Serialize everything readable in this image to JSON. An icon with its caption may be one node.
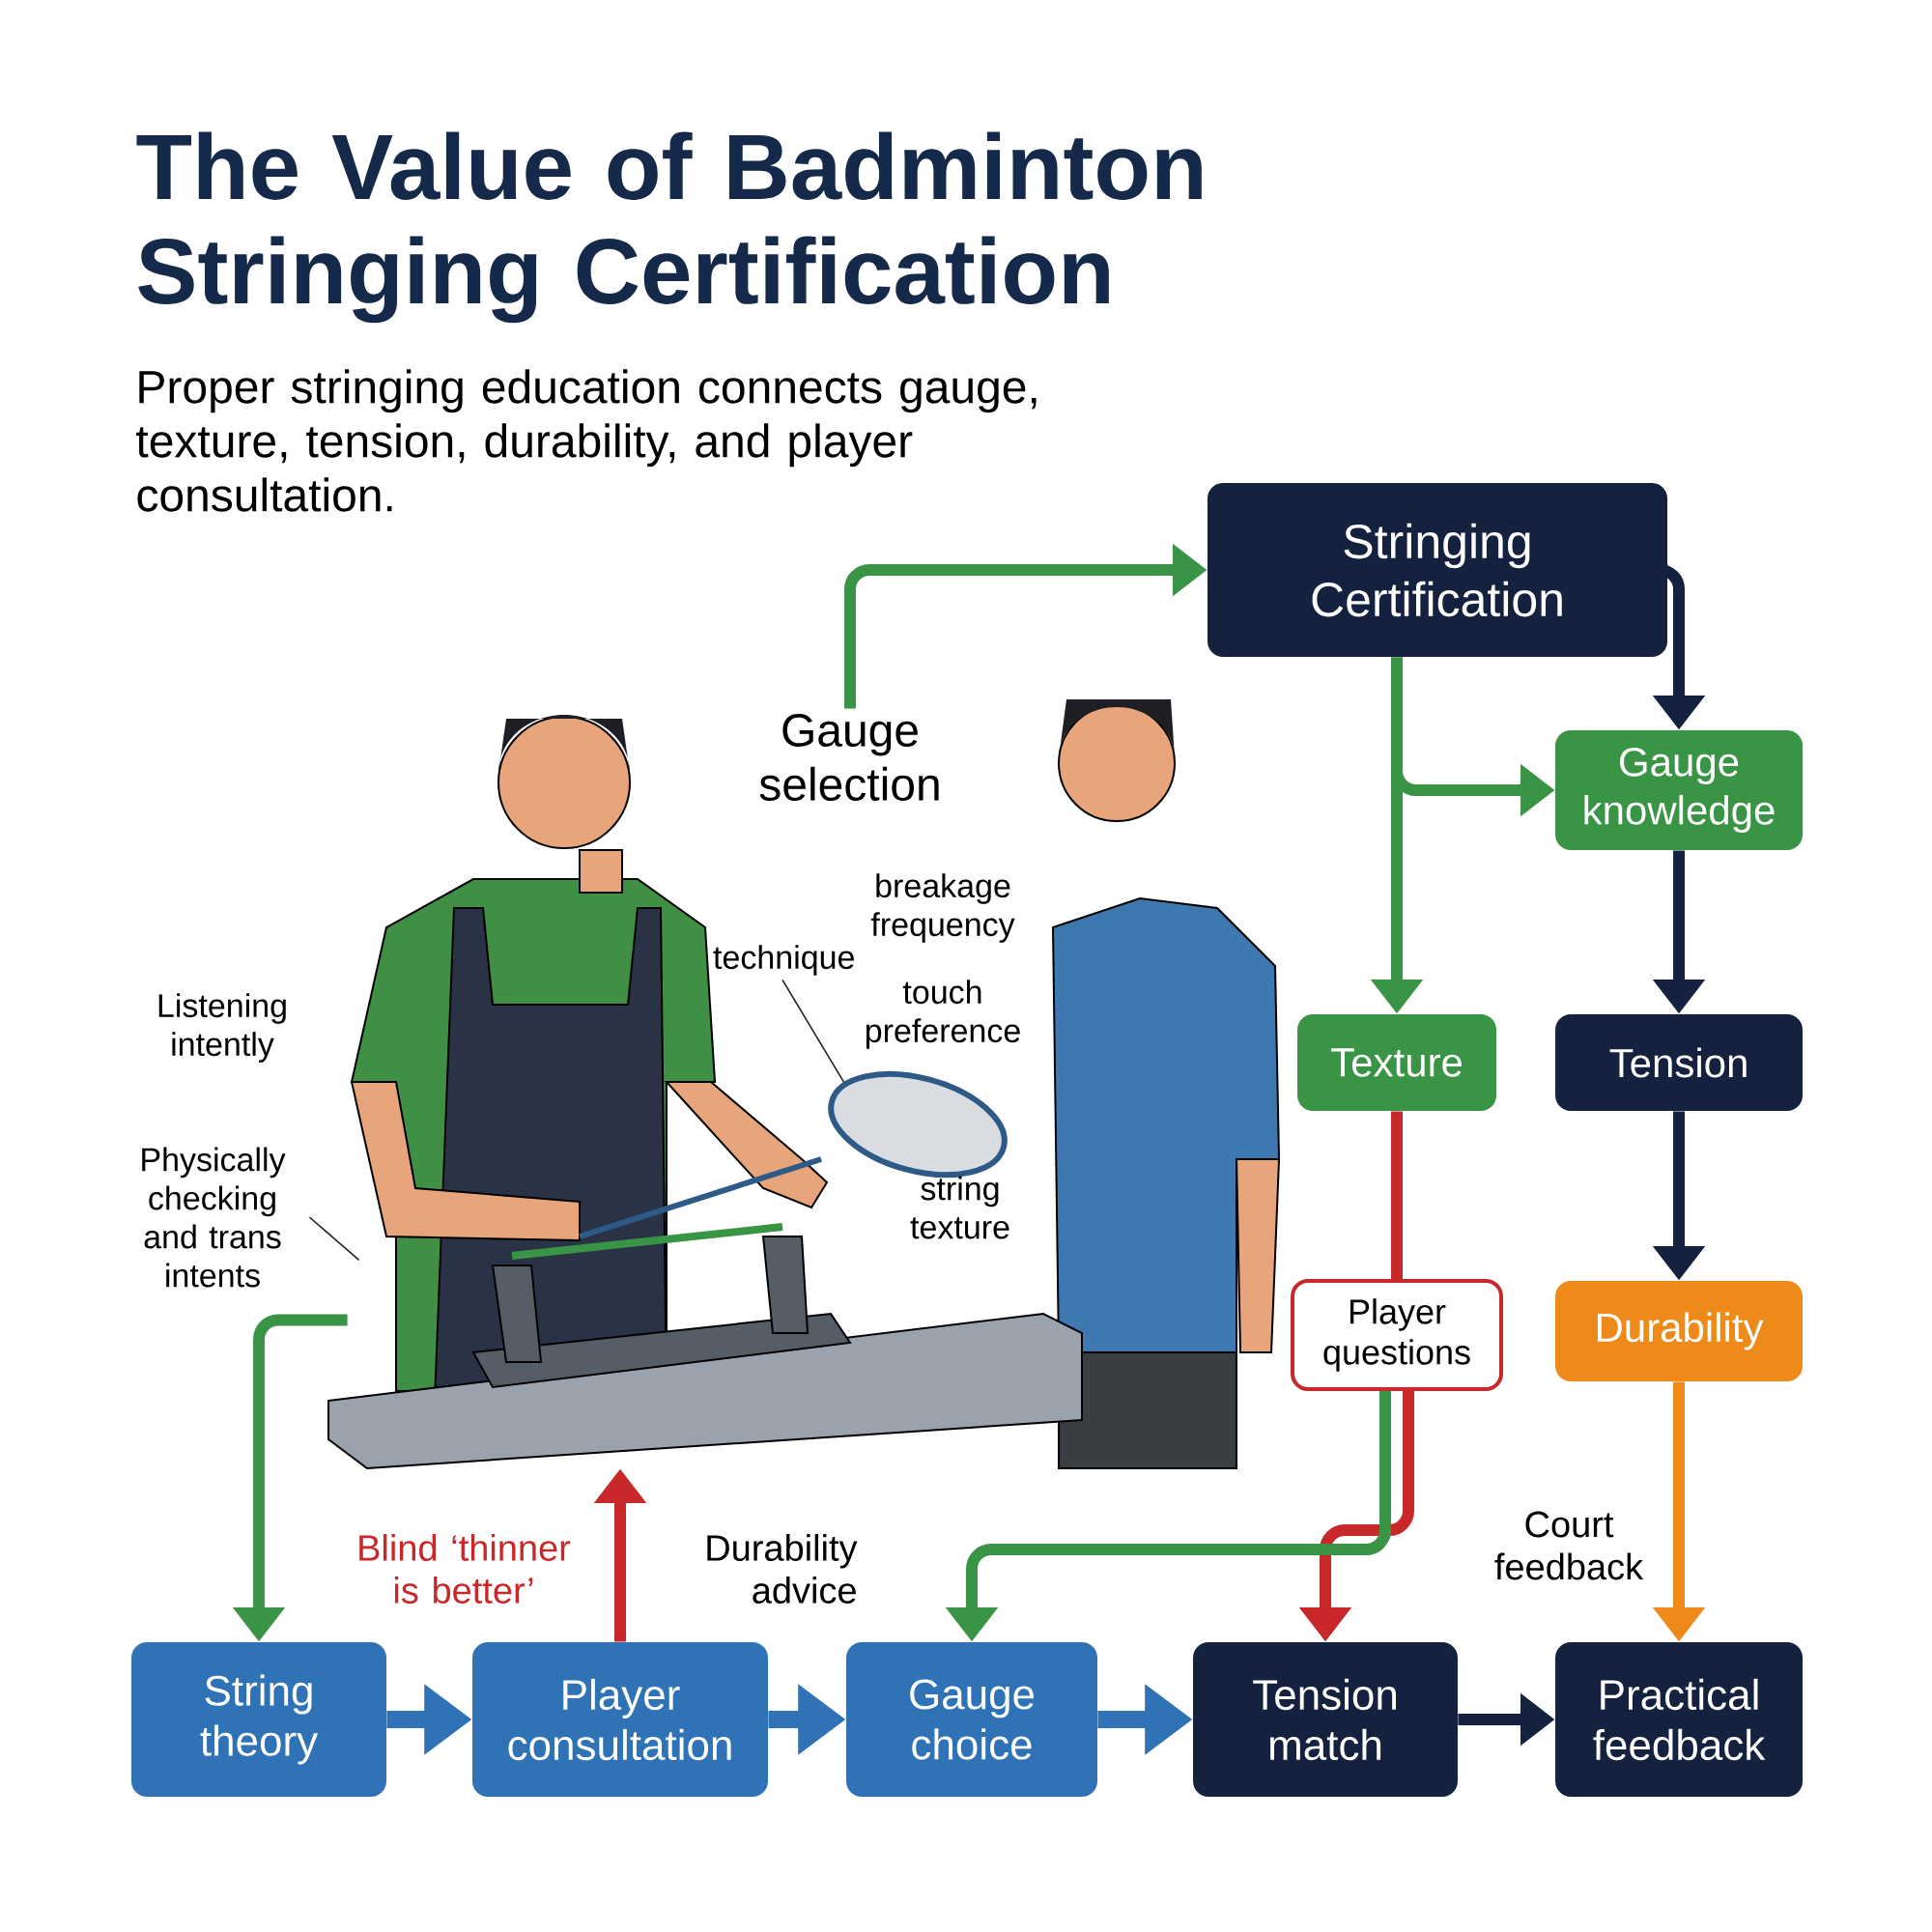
{
  "diagram": {
    "title": "The Value of Badminton Stringing Certification",
    "nodes": [
      {
        "text": [
          "Stringing Certification"
        ]
      },
      {
        "text": [
          "Gauge knowledge"
        ]
      },
      {
        "text": [
          "Texture"
        ]
      },
      {
        "text": [
          "Tension"
        ]
      },
      {
        "text": [
          "Player questions"
        ]
      },
      {
        "text": [
          "Durability"
        ]
      },
      {
        "text": [
          "String theory"
        ]
      },
      {
        "text": [
          "Player consultation"
        ]
      },
      {
        "text": [
          "Gauge choice"
        ]
      },
      {
        "text": [
          "Tension match"
        ]
      },
      {
        "text": [
          "Practical feedback"
        ]
      },
      {
        "text": [
          "Gauge selection"
        ],
        "in": 12
      },
      {
        "text": [],
        "shape": "picture"
      },
      {
        "text": [
          "Physically checking and trans intents"
        ]
      },
      {
        "text": [
          "technique"
        ],
        "in": 12
      }
    ],
    "edges": [
      {
        "from": 11,
        "to": 0,
        "arrow": "to"
      },
      {
        "from": 0,
        "to": 1,
        "arrow": "to",
        "color": "#15223f"
      },
      {
        "from": 0,
        "to": 1,
        "arrow": "to"
      },
      {
        "from": 0,
        "to": 2,
        "arrow": "to"
      },
      {
        "from": 1,
        "to": 3,
        "arrow": "to",
        "color": "#15223f"
      },
      {
        "from": 3,
        "to": 5,
        "arrow": "to",
        "color": "#15223f"
      },
      {
        "from": 2,
        "to": 4,
        "arrow": "none",
        "color": "#c8282a"
      },
      {
        "from": 4,
        "to": 9,
        "arrow": "to",
        "color": "#c8282a"
      },
      {
        "from": 4,
        "to": 8,
        "arrow": "to",
        "label": "Durability advice"
      },
      {
        "from": 5,
        "to": 10,
        "arrow": "to",
        "label": "Court feedback",
        "color": "#ee8a1a"
      },
      {
        "from": 6,
        "to": 7,
        "arrow": "to",
        "color": "#2f72b5"
      },
      {
        "from": 7,
        "to": 8,
        "arrow": "to",
        "color": "#2f72b5"
      },
      {
        "from": 8,
        "to": 9,
        "arrow": "to",
        "color": "#2f72b5"
      },
      {
        "from": 9,
        "to": 10,
        "arrow": "to",
        "color": "#15223f"
      },
      {
        "from": 12,
        "to": 6,
        "arrow": "to"
      },
      {
        "from": 7,
        "to": 12,
        "arrow": "to",
        "label": "Blind ‘thinner is better’",
        "color": "#c8282a"
      },
      {
        "from": 13,
        "to": 12,
        "arrow": "none",
        "color": "#222222"
      },
      {
        "from": 14,
        "to": 12,
        "arrow": "none",
        "color": "#222222"
      }
    ],
    "labels": [
      "Proper stringing education connects gauge, texture, tension, durability, and player consultation.",
      "Listening intently",
      "breakage frequency",
      "touch preference",
      "string texture"
    ]
  }
}
